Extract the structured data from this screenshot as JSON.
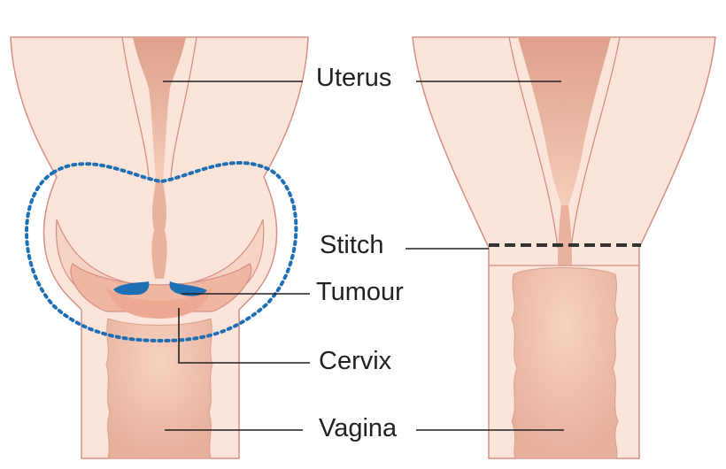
{
  "labels": {
    "uterus": "Uterus",
    "stitch": "Stitch",
    "tumour": "Tumour",
    "cervix": "Cervix",
    "vagina": "Vagina"
  },
  "colors": {
    "skin_light": "#fbe4da",
    "skin_mid": "#f4cbb9",
    "canal": "#e3a58e",
    "canal_light": "#f0c4aa",
    "outline": "#d68f84",
    "tumour": "#1f6fb5",
    "dotted_outline": "#1f6fb5",
    "leader_line": "#222222"
  },
  "icons": {
    "tumour_marker": "crescent-blob",
    "removal_boundary": "dotted-outline",
    "stitch_marker": "dashed-line"
  }
}
